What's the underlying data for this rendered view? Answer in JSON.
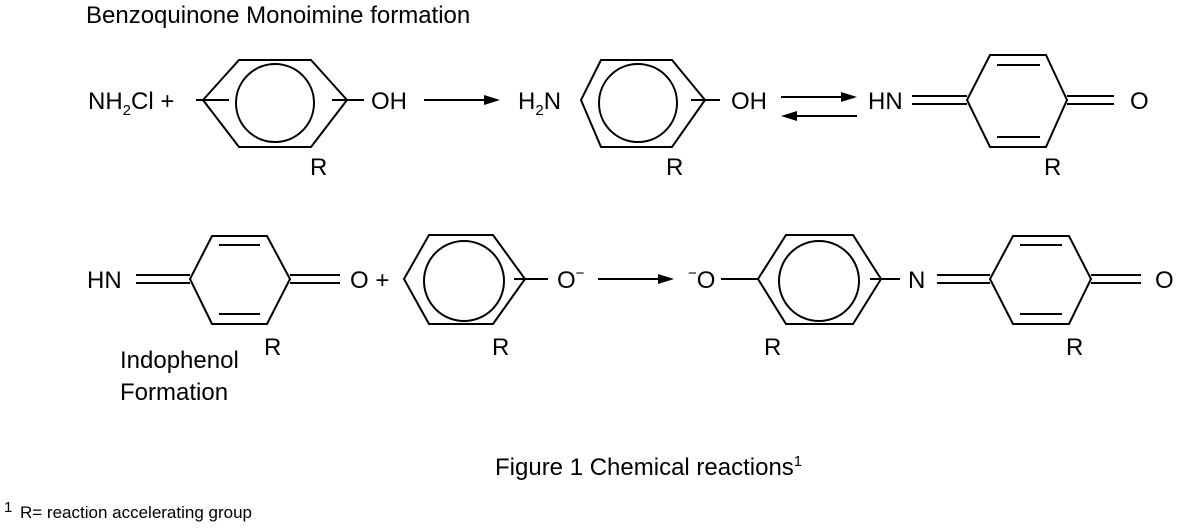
{
  "sections": {
    "top_title": "Benzoquinone Monoimine formation",
    "bottom_title_line1": "Indophenol",
    "bottom_title_line2": "Formation"
  },
  "reaction1": {
    "reagent_nh": "NH",
    "reagent_sub": "2",
    "reagent_cl": "Cl +",
    "phenol_oh": "OH",
    "phenol_r": "R",
    "aminophenol_h": "H",
    "aminophenol_sub": "2",
    "aminophenol_n": "N",
    "aminophenol_oh": "OH",
    "aminophenol_r": "R",
    "imine_hn": "HN",
    "imine_o": "O",
    "imine_r": "R"
  },
  "reaction2": {
    "imine_hn": "HN",
    "imine_o_plus": "O +",
    "imine_r": "R",
    "phenoxide_o": "O",
    "phenoxide_charge": "−",
    "phenoxide_r": "R",
    "product_charge": "−",
    "product_o_left": "O",
    "product_r_left": "R",
    "product_n": "N",
    "product_o_right": "O",
    "product_r_right": "R"
  },
  "caption": {
    "text": "Figure 1  Chemical reactions",
    "sup": "1"
  },
  "footnote": {
    "marker": "1",
    "text": "R= reaction accelerating group"
  }
}
